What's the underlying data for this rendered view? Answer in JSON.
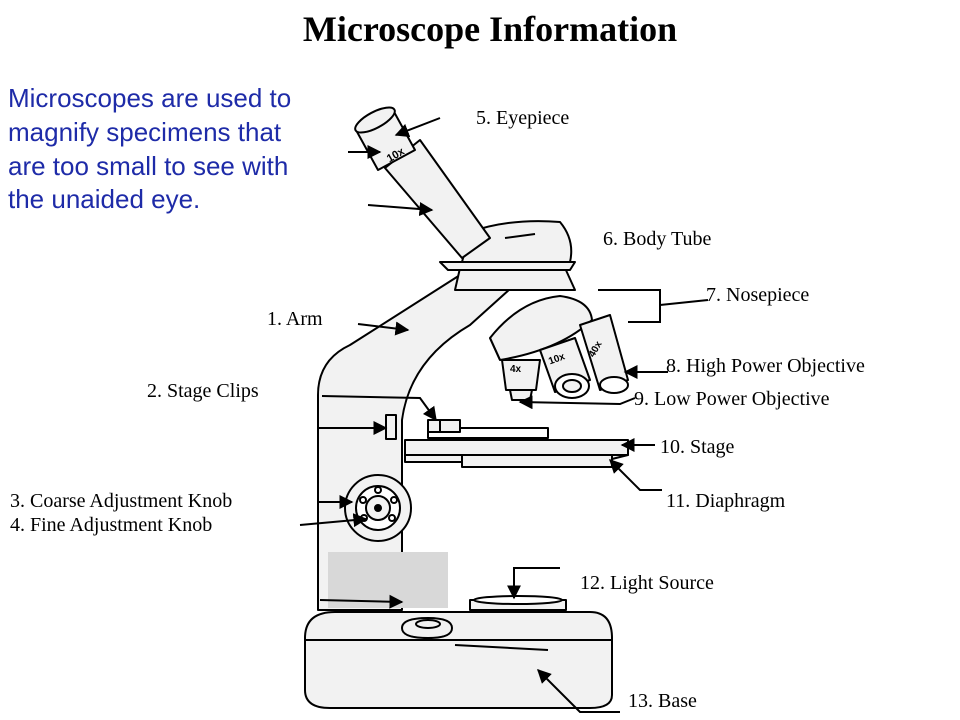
{
  "title": "Microscope Information",
  "intro": "Microscopes are used to magnify specimens that are too small to see with the unaided eye.",
  "labels": {
    "eyepiece": "5.  Eyepiece",
    "body_tube": "6.  Body Tube",
    "nosepiece": "7.  Nosepiece",
    "arm": "1.  Arm",
    "high_power": "8. High Power Objective",
    "stage_clips": "2.  Stage Clips",
    "low_power": "9.  Low Power Objective",
    "stage": "10.  Stage",
    "coarse": "3.  Coarse Adjustment Knob",
    "diaphragm": "11. Diaphragm",
    "fine": "4.  Fine Adjustment Knob",
    "light": "12.  Light Source",
    "base": "13.  Base"
  },
  "engravings": {
    "ocular": "10x",
    "obj_4": "4x",
    "obj_10": "10x",
    "obj_40": "40x"
  },
  "colors": {
    "intro_text": "#1e2ba8",
    "line": "#000000",
    "fill": "#f2f2f2"
  }
}
